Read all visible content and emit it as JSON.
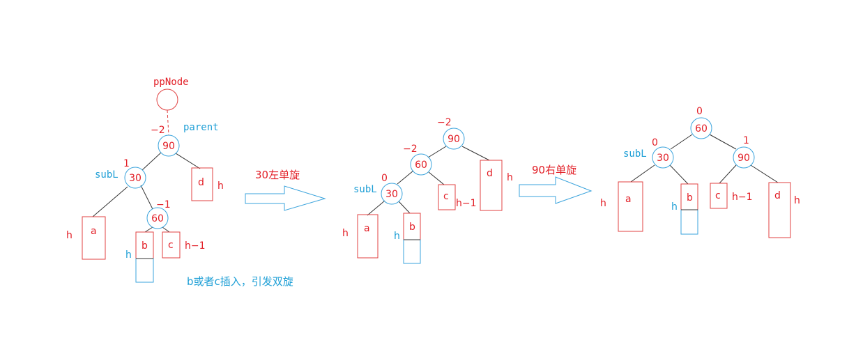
{
  "colors": {
    "red": "#e21e26",
    "blue": "#1e9fd6",
    "node_stroke": "#3aa3dc",
    "subtree_stroke": "#e04040",
    "arrow_stroke": "#3aa3dc",
    "edge": "#333333"
  },
  "stage1": {
    "ppnode_label": "ppNode",
    "parent_label": "parent",
    "subl_label": "subL",
    "node_90": {
      "value": "90",
      "bf": "−2"
    },
    "node_30": {
      "value": "30",
      "bf": "1"
    },
    "node_60": {
      "value": "60",
      "bf": "−1"
    },
    "subtree_a": {
      "name": "a",
      "height": "h"
    },
    "subtree_b": {
      "name": "b"
    },
    "subtree_c": {
      "name": "c",
      "height": "h−1"
    },
    "subtree_d": {
      "name": "d",
      "height": "h"
    },
    "insert_height": "h",
    "note": "b或者c插入，引发双旋"
  },
  "arrow1_label": "30左单旋",
  "stage2": {
    "subl_label": "subL",
    "node_90": {
      "value": "90",
      "bf": "−2"
    },
    "node_60": {
      "value": "60",
      "bf": "−2"
    },
    "node_30": {
      "value": "30",
      "bf": "0"
    },
    "subtree_a": {
      "name": "a",
      "height": "h"
    },
    "subtree_b": {
      "name": "b"
    },
    "subtree_c": {
      "name": "c",
      "height": "h−1"
    },
    "subtree_d": {
      "name": "d",
      "height": "h"
    },
    "insert_height": "h"
  },
  "arrow2_label": "90右单旋",
  "stage3": {
    "subl_label": "subL",
    "node_60": {
      "value": "60",
      "bf": "0"
    },
    "node_30": {
      "value": "30",
      "bf": "0"
    },
    "node_90": {
      "value": "90",
      "bf": "1"
    },
    "subtree_a": {
      "name": "a",
      "height": "h"
    },
    "subtree_b": {
      "name": "b"
    },
    "subtree_c": {
      "name": "c",
      "height": "h−1"
    },
    "subtree_d": {
      "name": "d",
      "height": "h"
    },
    "insert_height": "h"
  }
}
